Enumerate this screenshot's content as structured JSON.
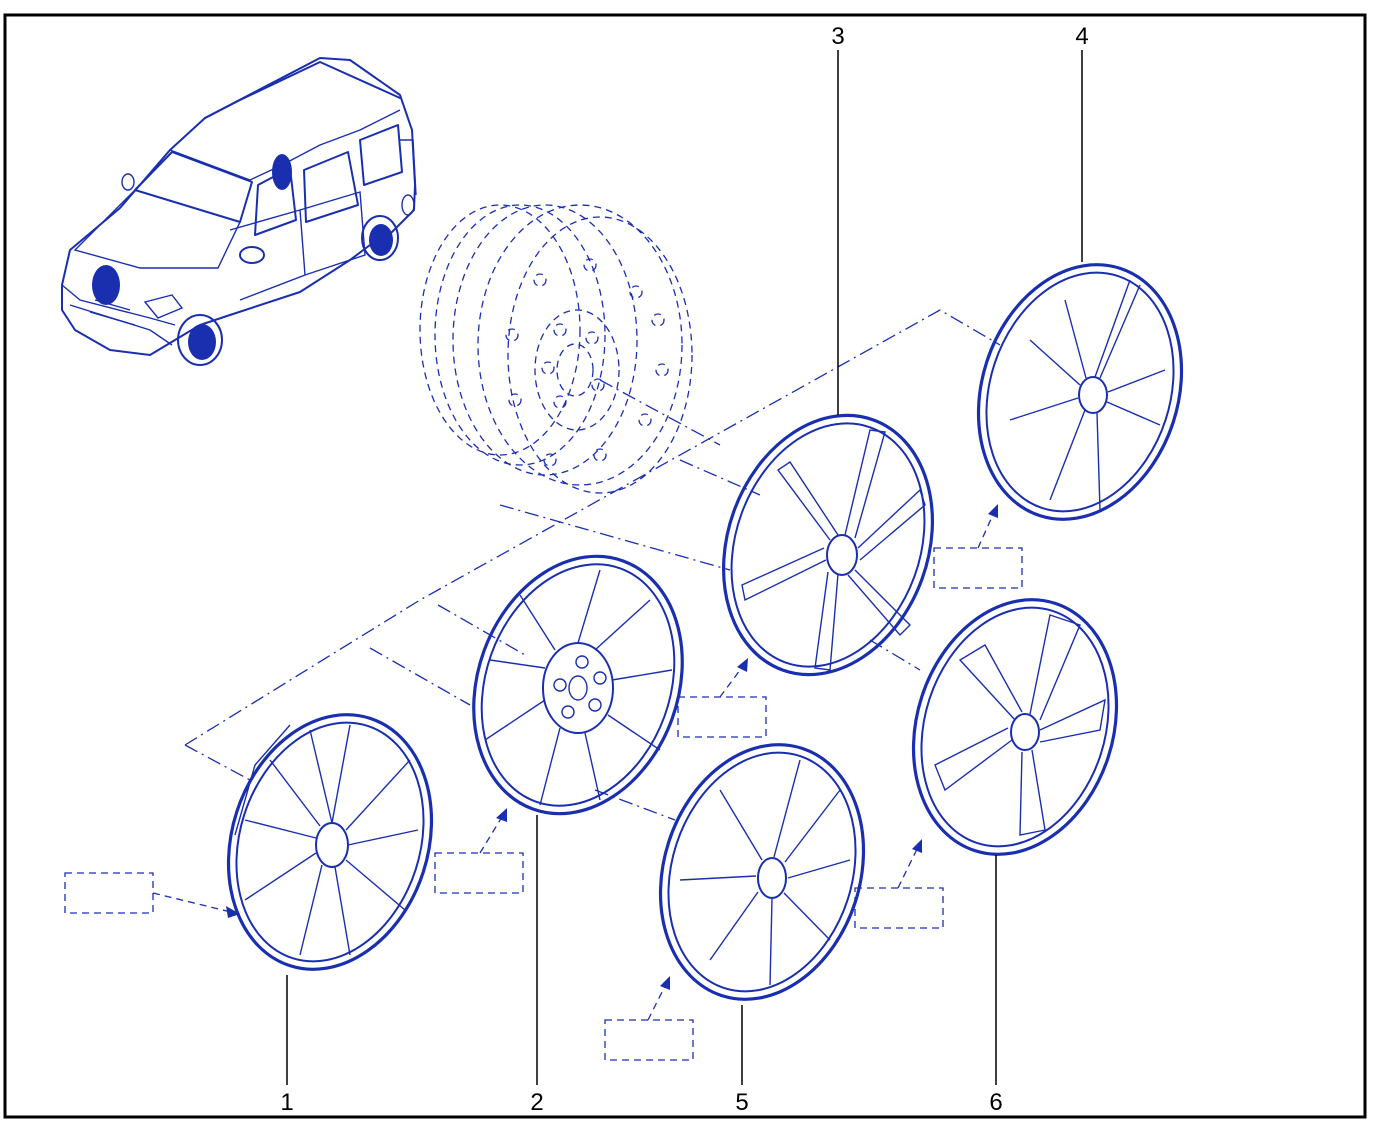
{
  "diagram": {
    "ink_color": "#1a2fb0",
    "frame_color": "#000000",
    "background": "#ffffff",
    "callouts": [
      "1",
      "2",
      "3",
      "4",
      "5",
      "6"
    ],
    "parts": [
      {
        "callout": "1",
        "name": "wheel-cover-1"
      },
      {
        "callout": "2",
        "name": "wheel-cover-2"
      },
      {
        "callout": "3",
        "name": "wheel-cover-3"
      },
      {
        "callout": "4",
        "name": "wheel-cover-4"
      },
      {
        "callout": "5",
        "name": "wheel-cover-5"
      },
      {
        "callout": "6",
        "name": "wheel-cover-6"
      }
    ],
    "extra_items": [
      "vehicle-locator",
      "steel-wheel-rim"
    ]
  }
}
